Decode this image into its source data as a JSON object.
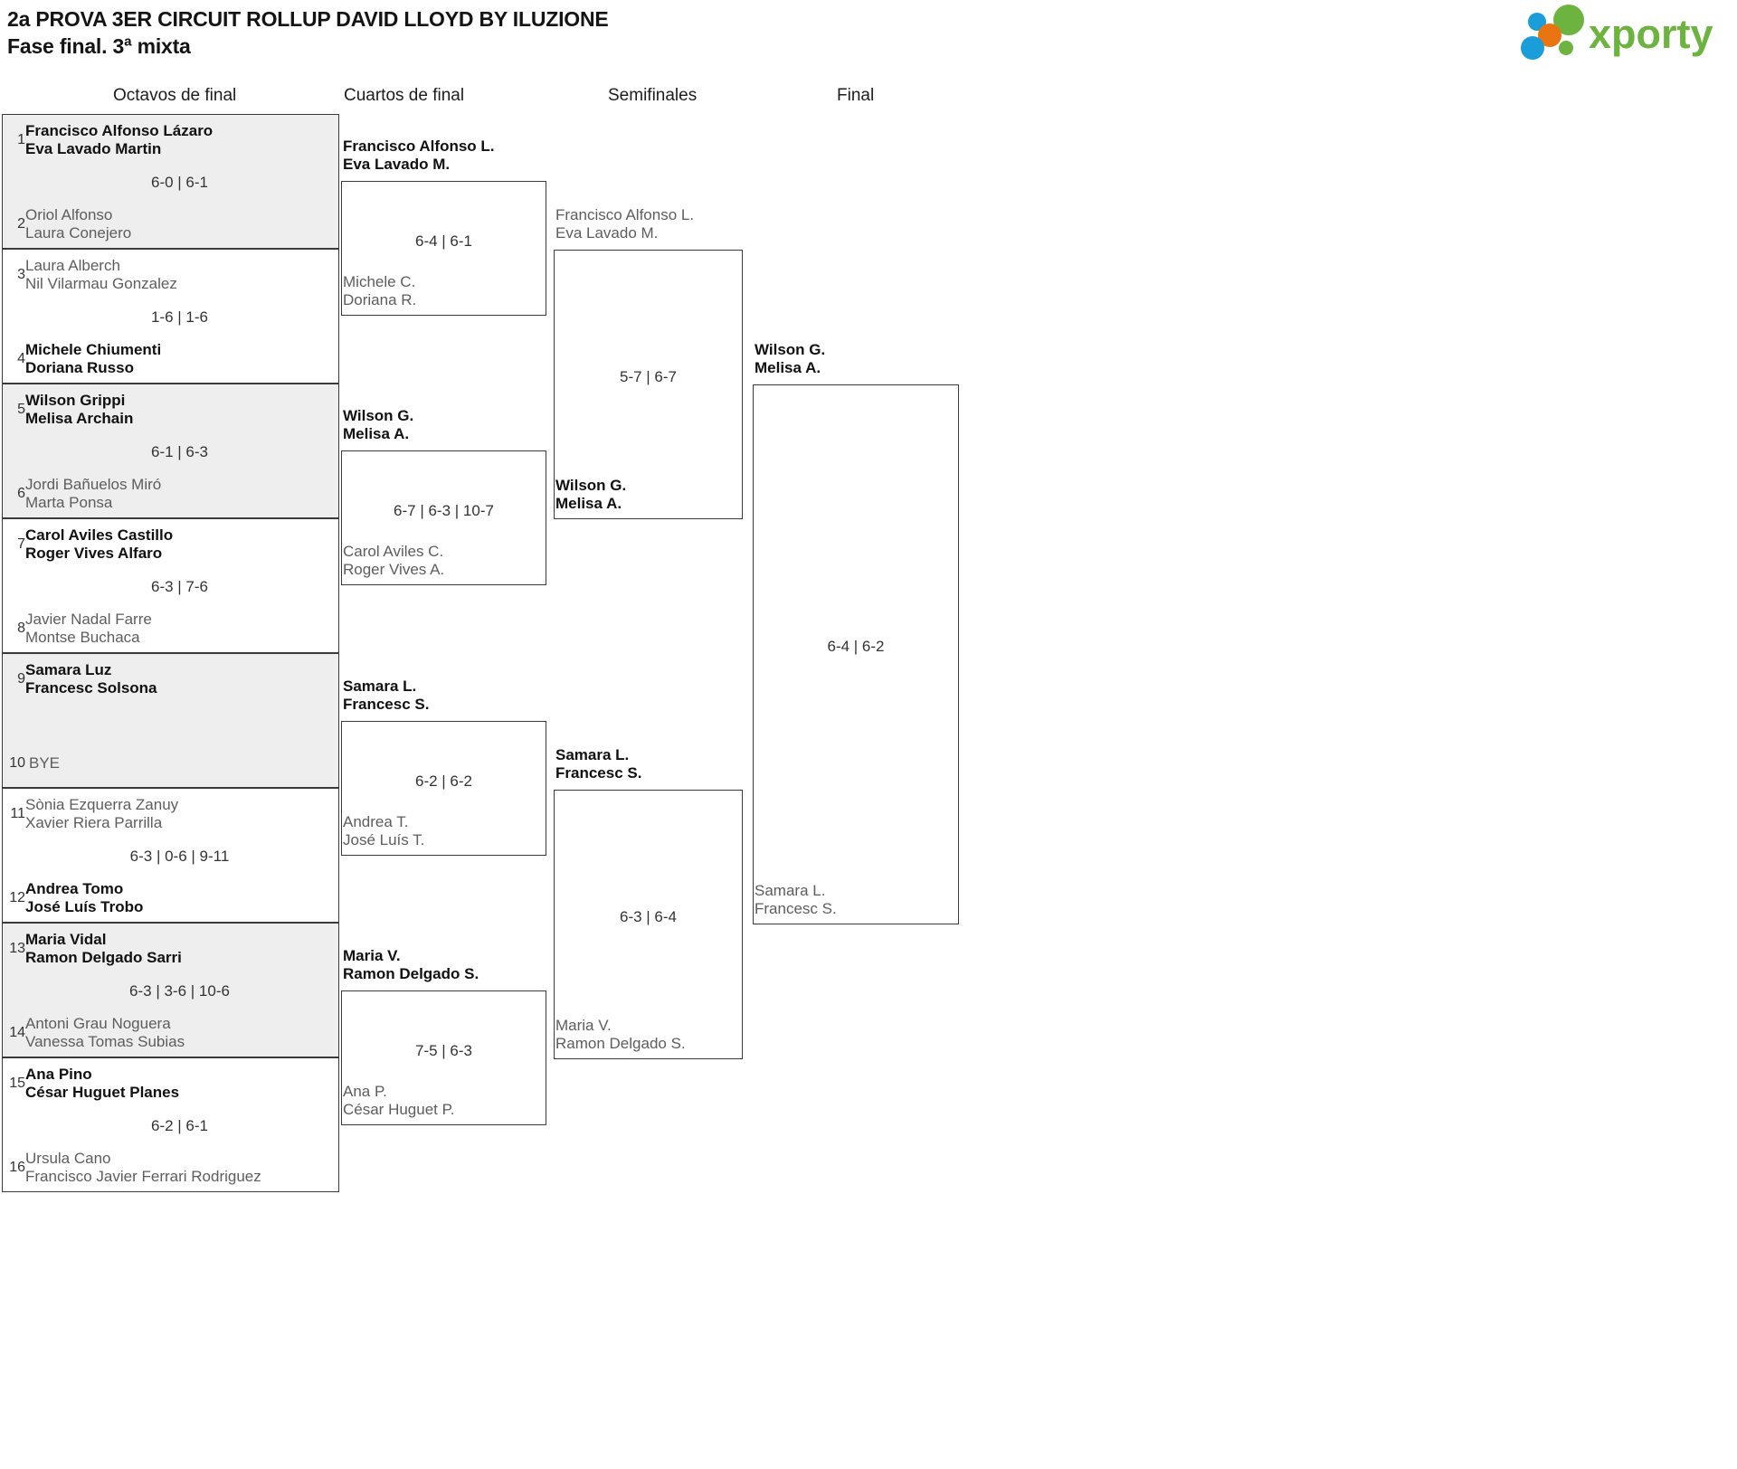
{
  "header": {
    "title_line_1": "2a PROVA 3ER CIRCUIT ROLLUP DAVID LLOYD BY ILUZIONE",
    "title_line_2": "Fase final. 3ª mixta",
    "logo_text": "xporty",
    "logo_colors": {
      "green": "#6cb33f",
      "blue": "#1a9dd9",
      "orange": "#e87511"
    }
  },
  "rounds": [
    {
      "id": "round-of-16",
      "label": "Octavos de final"
    },
    {
      "id": "quarterfinals",
      "label": "Cuartos de final"
    },
    {
      "id": "semifinals",
      "label": "Semifinales"
    },
    {
      "id": "final",
      "label": "Final"
    }
  ],
  "round_of_16": [
    {
      "shaded": true,
      "score": "6-0 | 6-1",
      "top": {
        "seed": "1",
        "p1": "Francisco Alfonso Lázaro",
        "p2": "Eva Lavado Martin",
        "result": "winner"
      },
      "bottom": {
        "seed": "2",
        "p1": "Oriol Alfonso",
        "p2": "Laura Conejero",
        "result": "loser"
      }
    },
    {
      "shaded": false,
      "score": "1-6 | 1-6",
      "top": {
        "seed": "3",
        "p1": "Laura Alberch",
        "p2": "Nil Vilarmau Gonzalez",
        "result": "loser"
      },
      "bottom": {
        "seed": "4",
        "p1": "Michele Chiumenti",
        "p2": "Doriana Russo",
        "result": "winner"
      }
    },
    {
      "shaded": true,
      "score": "6-1 | 6-3",
      "top": {
        "seed": "5",
        "p1": "Wilson Grippi",
        "p2": "Melisa Archain",
        "result": "winner"
      },
      "bottom": {
        "seed": "6",
        "p1": "Jordi Bañuelos Miró",
        "p2": "Marta Ponsa",
        "result": "loser"
      }
    },
    {
      "shaded": false,
      "score": "6-3 | 7-6",
      "top": {
        "seed": "7",
        "p1": "Carol Aviles Castillo",
        "p2": "Roger Vives Alfaro",
        "result": "winner"
      },
      "bottom": {
        "seed": "8",
        "p1": "Javier Nadal Farre",
        "p2": "Montse Buchaca",
        "result": "loser"
      }
    },
    {
      "shaded": true,
      "score": "",
      "top": {
        "seed": "9",
        "p1": "Samara Luz",
        "p2": "Francesc Solsona",
        "result": "winner"
      },
      "bottom": {
        "seed": "10",
        "p1": "BYE",
        "p2": "",
        "result": "bye"
      }
    },
    {
      "shaded": false,
      "score": "6-3 | 0-6 | 9-11",
      "top": {
        "seed": "11",
        "p1": "Sònia Ezquerra Zanuy",
        "p2": "Xavier Riera Parrilla",
        "result": "loser"
      },
      "bottom": {
        "seed": "12",
        "p1": "Andrea Tomo",
        "p2": "José Luís Trobo",
        "result": "winner"
      }
    },
    {
      "shaded": true,
      "score": "6-3 | 3-6 | 10-6",
      "top": {
        "seed": "13",
        "p1": "Maria Vidal",
        "p2": "Ramon Delgado Sarri",
        "result": "winner"
      },
      "bottom": {
        "seed": "14",
        "p1": "Antoni Grau Noguera",
        "p2": "Vanessa Tomas Subias",
        "result": "loser"
      }
    },
    {
      "shaded": false,
      "score": "6-2 | 6-1",
      "top": {
        "seed": "15",
        "p1": "Ana Pino",
        "p2": "César Huguet Planes",
        "result": "winner"
      },
      "bottom": {
        "seed": "16",
        "p1": "Ursula Cano",
        "p2": "Francisco Javier Ferrari Rodriguez",
        "result": "loser"
      }
    }
  ],
  "quarterfinals": [
    {
      "score": "6-4 | 6-1",
      "top": {
        "p1": "Francisco Alfonso L.",
        "p2": "Eva Lavado M.",
        "result": "winner"
      },
      "bottom": {
        "p1": "Michele C.",
        "p2": "Doriana R.",
        "result": "loser"
      }
    },
    {
      "score": "6-7 | 6-3 | 10-7",
      "top": {
        "p1": "Wilson G.",
        "p2": "Melisa A.",
        "result": "winner"
      },
      "bottom": {
        "p1": "Carol Aviles C.",
        "p2": "Roger Vives A.",
        "result": "loser"
      }
    },
    {
      "score": "6-2 | 6-2",
      "top": {
        "p1": "Samara L.",
        "p2": "Francesc S.",
        "result": "winner"
      },
      "bottom": {
        "p1": "Andrea T.",
        "p2": "José Luís T.",
        "result": "loser"
      }
    },
    {
      "score": "7-5 | 6-3",
      "top": {
        "p1": "Maria V.",
        "p2": "Ramon Delgado S.",
        "result": "winner"
      },
      "bottom": {
        "p1": "Ana P.",
        "p2": "César Huguet P.",
        "result": "loser"
      }
    }
  ],
  "semifinals": [
    {
      "score": "5-7 | 6-7",
      "top": {
        "p1": "Francisco Alfonso L.",
        "p2": "Eva Lavado M.",
        "result": "loser"
      },
      "bottom": {
        "p1": "Wilson G.",
        "p2": "Melisa A.",
        "result": "winner"
      }
    },
    {
      "score": "6-3 | 6-4",
      "top": {
        "p1": "Samara L.",
        "p2": "Francesc S.",
        "result": "winner"
      },
      "bottom": {
        "p1": "Maria V.",
        "p2": "Ramon Delgado S.",
        "result": "loser"
      }
    }
  ],
  "final": {
    "score": "6-4 | 6-2",
    "top": {
      "p1": "Wilson G.",
      "p2": "Melisa A.",
      "result": "winner"
    },
    "bottom": {
      "p1": "Samara L.",
      "p2": "Francesc S.",
      "result": "loser"
    }
  },
  "champion": {
    "p1": "Wilson G.",
    "p2": "Melisa A."
  }
}
